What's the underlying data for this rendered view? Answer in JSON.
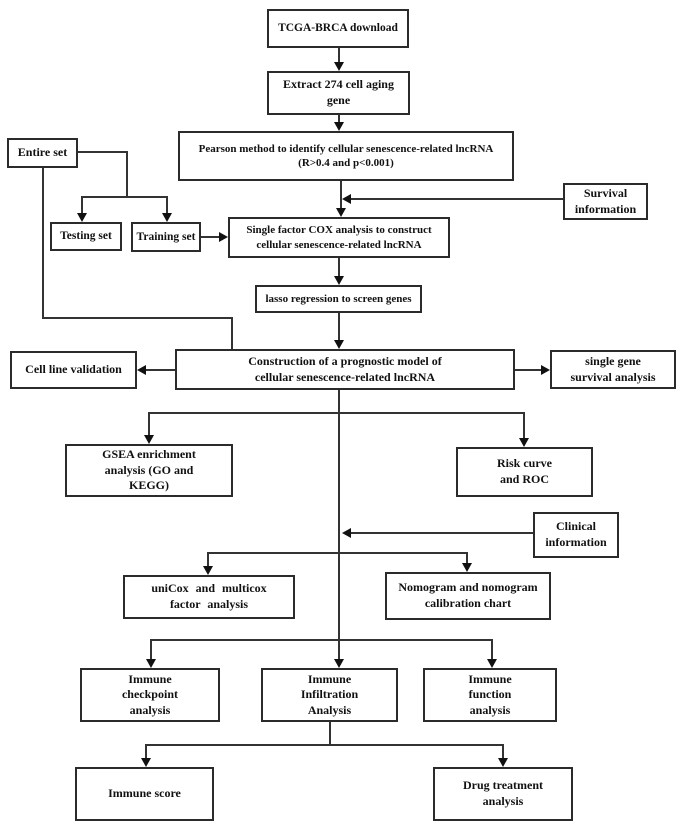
{
  "figure": {
    "type": "flowchart",
    "background_color": "#ffffff",
    "box_border_color": "#2b2b2b",
    "line_color": "#333333",
    "text_color": "#111111"
  },
  "nodes": {
    "tcga": {
      "label": "TCGA-BRCA download"
    },
    "extract": {
      "label": "Extract 274 cell aging\ngene"
    },
    "pearson": {
      "label": "Pearson method to identify cellular senescence-related lncRNA\n(R>0.4 and p<0.001)"
    },
    "entire_set": {
      "label": "Entire set"
    },
    "survival_info": {
      "label": "Survival\ninformation"
    },
    "testing_set": {
      "label": "Testing set"
    },
    "training_set": {
      "label": "Training set"
    },
    "cox": {
      "label": "Single factor COX analysis to construct\ncellular senescence-related lncRNA"
    },
    "lasso": {
      "label": "lasso regression to screen genes"
    },
    "prognostic": {
      "label": "Construction of a prognostic model of\ncellular senescence-related lncRNA"
    },
    "cell_line": {
      "label": "Cell line validation"
    },
    "single_gene": {
      "label": "single gene\nsurvival analysis"
    },
    "gsea": {
      "label": "GSEA enrichment\nanalysis (GO and\nKEGG)"
    },
    "risk_curve": {
      "label": "Risk curve\nand ROC"
    },
    "clinical": {
      "label": "Clinical\ninformation"
    },
    "unicox": {
      "label": "uniCox and multicox\nfactor analysis"
    },
    "nomogram": {
      "label": "Nomogram and nomogram\ncalibration chart"
    },
    "immune_checkpoint": {
      "label": "Immune\ncheckpoint\nanalysis"
    },
    "immune_infiltration": {
      "label": "Immune\nInfiltration\nAnalysis"
    },
    "immune_function": {
      "label": "Immune\nfunction\nanalysis"
    },
    "immune_score": {
      "label": "Immune score"
    },
    "drug_treatment": {
      "label": "Drug treatment\nanalysis"
    }
  }
}
